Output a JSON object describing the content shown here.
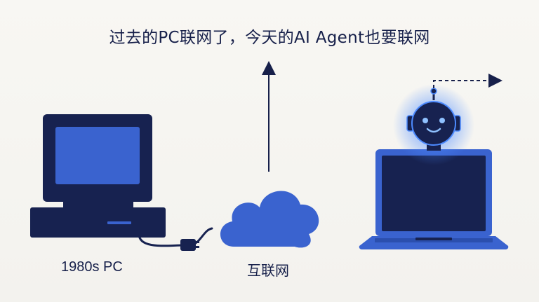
{
  "title": "过去的PC联网了，今天的AI Agent也要联网",
  "labels": {
    "pc": "1980s PC",
    "internet": "互联网"
  },
  "colors": {
    "navy": "#172250",
    "blue": "#3a63cf",
    "glow": "#4d8bff",
    "background": "#f6f5f1"
  },
  "icons": {
    "pc": "desktop-computer-icon",
    "cloud": "cloud-icon",
    "robot": "robot-head-icon",
    "laptop": "laptop-icon"
  }
}
